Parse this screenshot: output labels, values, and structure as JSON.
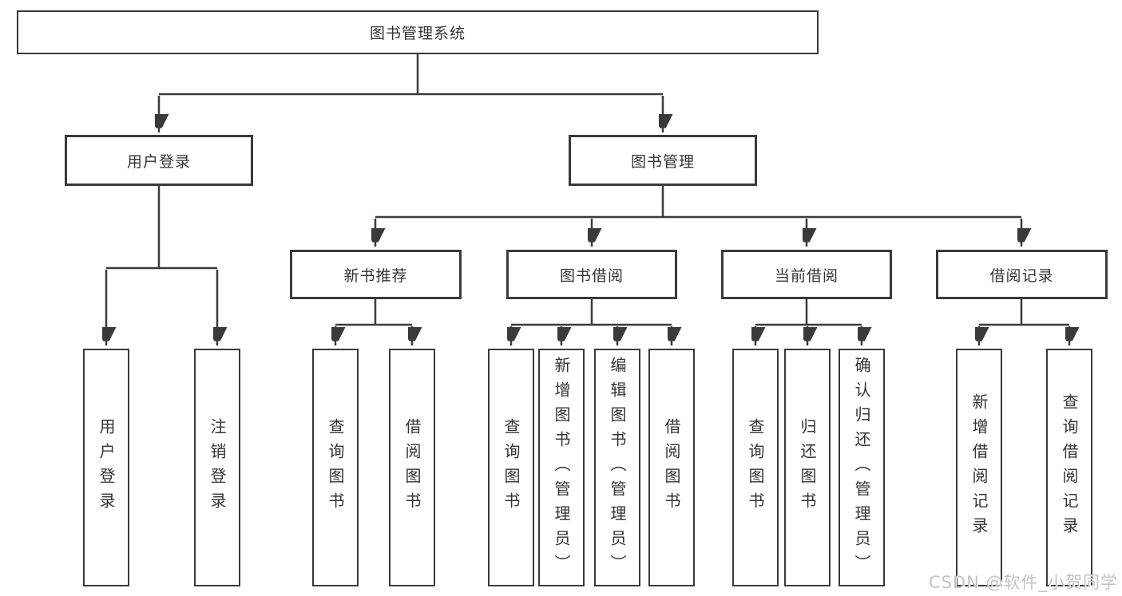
{
  "tree": {
    "root": {
      "label": "图书管理系统"
    },
    "branches": [
      {
        "label": "用户登录",
        "children": [
          {
            "label": "用户登录"
          },
          {
            "label": "注销登录"
          }
        ]
      },
      {
        "label": "图书管理",
        "children": [
          {
            "label": "新书推荐",
            "children": [
              {
                "label": "查询图书"
              },
              {
                "label": "借阅图书"
              }
            ]
          },
          {
            "label": "图书借阅",
            "children": [
              {
                "label": "查询图书"
              },
              {
                "label": "新增图书（管理员）"
              },
              {
                "label": "编辑图书（管理员）"
              },
              {
                "label": "借阅图书"
              }
            ]
          },
          {
            "label": "当前借阅",
            "children": [
              {
                "label": "查询图书"
              },
              {
                "label": "归还图书"
              },
              {
                "label": "确认归还（管理员）"
              }
            ]
          },
          {
            "label": "借阅记录",
            "children": [
              {
                "label": "新增借阅记录"
              },
              {
                "label": "查询借阅记录"
              }
            ]
          }
        ]
      }
    ]
  },
  "watermark": {
    "text": "CSDN @软件_小贺同学",
    "color": "#c3c3c3"
  },
  "style": {
    "line_color": "#3a3a3a",
    "text_color": "#333333",
    "background": "#ffffff"
  }
}
